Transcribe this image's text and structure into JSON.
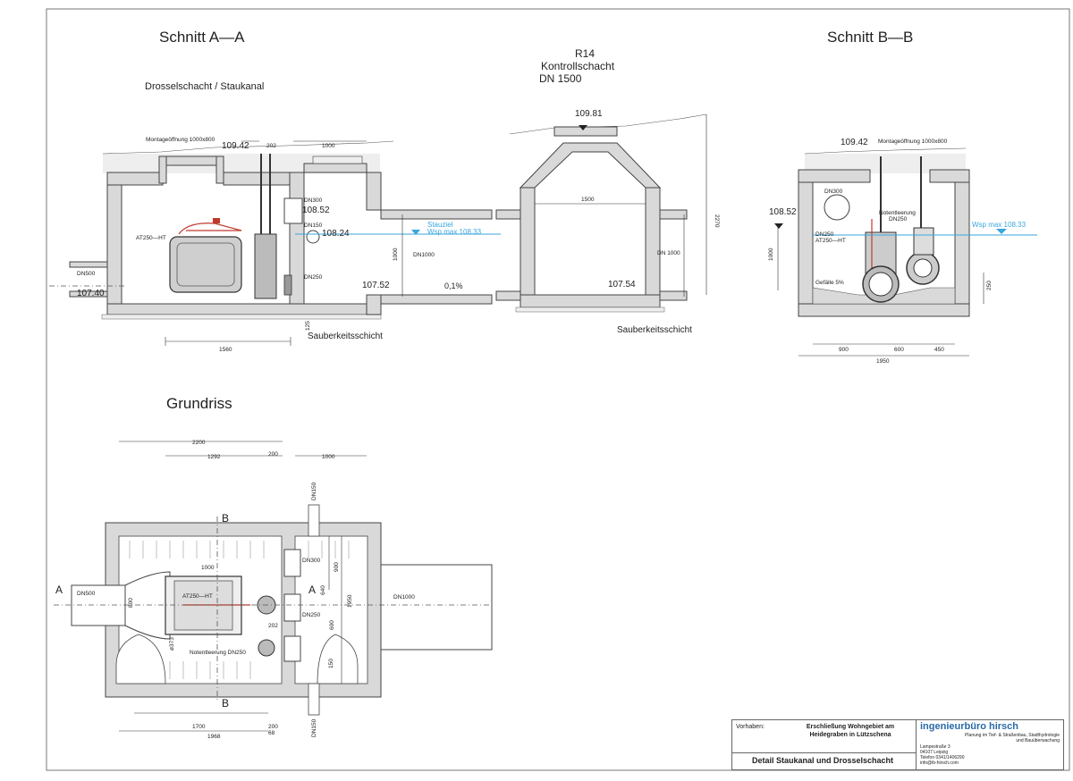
{
  "sections": {
    "schnitt_aa": {
      "title": "Schnitt A—A",
      "subtitle": "Drosselschacht  /  Staukanal",
      "labels": {
        "montage": "Montageöffnung 1000x800",
        "level_top": "109.42",
        "dim_202": "202",
        "dim_1000": "1000",
        "dn300": "DN300",
        "level_10852": "108.52",
        "dn150": "DN150",
        "level_10824": "108.24",
        "stauziel": "Stauziel",
        "wsp_max": "Wsp max 108.33",
        "at250": "AT250—HT",
        "dn500": "DN500",
        "level_10740": "107.40",
        "dn250": "DN250",
        "level_10752": "107.52",
        "dn1000": "DN1000",
        "dim_1000v": "1000",
        "gradient": "0,1%",
        "dim_125": "125",
        "sauberkeit": "Sauberkeitsschicht",
        "dim_1560": "1560"
      }
    },
    "r14": {
      "title_line1": "R14",
      "title_line2": "Kontrollschacht",
      "title_line3": "DN 1500",
      "level_top": "109.81",
      "dim_1500": "1500",
      "dn1000": "DN 1000",
      "level_bottom": "107.54",
      "dim_2270": "2270",
      "sauberkeit": "Sauberkeitsschicht"
    },
    "schnitt_bb": {
      "title": "Schnitt B—B",
      "labels": {
        "level_top": "109.42",
        "montage": "Montageöffnung 1000x800",
        "dn300": "DN300",
        "level_10852": "108.52",
        "notentleerung": "Notentleerung",
        "dn250a": "DN250",
        "wsp_max": "Wsp max 108.33",
        "dn250b": "DN250",
        "at250": "AT250—HT",
        "dim_1000": "1000",
        "gefaelle": "Gefälle 5%",
        "dim_250": "250",
        "dim_900": "900",
        "dim_600": "600",
        "dim_450": "450",
        "dim_1950": "1950"
      }
    },
    "grundriss": {
      "title": "Grundriss",
      "labels": {
        "dim_2200": "2200",
        "dim_1292": "1292",
        "dim_200": "200",
        "dim_1000": "1000",
        "dn150_top": "DN150",
        "b_top": "B",
        "dim_1000_inner": "1000",
        "dn300": "DN300",
        "a_left": "A",
        "dn500": "DN500",
        "at250": "AT250—HT",
        "a_right": "A",
        "dn250": "DN250",
        "dn1000": "DN1000",
        "dim_800": "800",
        "dim_640": "640",
        "dim_900": "900",
        "dim_1950": "1950",
        "dim_202": "202",
        "dim_600": "600",
        "dim_373": "ø373",
        "notentleerung": "Notentleerung DN250",
        "dim_150": "150",
        "b_bottom": "B",
        "dim_1700": "1700",
        "dim_1968": "1968",
        "dim_200b": "200",
        "dim_68": "68",
        "dn150_bottom": "DN150"
      }
    }
  },
  "title_block": {
    "vorhaben_label": "Vorhaben:",
    "vorhaben_line1": "Erschließung Wohngebiet am",
    "vorhaben_line2": "Heidegraben in Lützschena",
    "drawing_title": "Detail Staukanal und Drosselschacht",
    "company": "ingenieurbüro hirsch",
    "company_sub1": "Planung im Tief- & Straßenbau, Stadthydrologie",
    "company_sub2": "und Bauüberwachung",
    "addr1": "Lampestraße 3",
    "addr2": "04107 Leipzig",
    "addr3": "Telefon 0341/1406290",
    "addr4": "info@ib-hirsch.com"
  },
  "colors": {
    "wall": "#d9d9d9",
    "water": "#3aa6dd",
    "valve": "#c0392b",
    "company": "#2a6aa8"
  }
}
